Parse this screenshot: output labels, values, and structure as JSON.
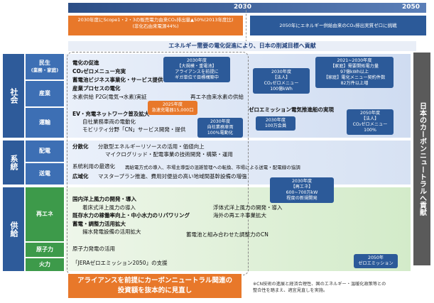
{
  "timeline": {
    "y2030": "2030",
    "y2050": "2050"
  },
  "goals": {
    "g2030_line1": "2030年度にScope1・2・3の販売電力由来CO₂排出量▲50%(2013年度比)",
    "g2030_line2": "(非化石由来電源44%)",
    "g2050": "2050年にエネルギー供給由来のCO₂排出実質ゼロに挑戦"
  },
  "banner": "エネルギー需要の電化促進により、日本の削減目標へ貢献",
  "sections": {
    "society": "社会",
    "system": "系統",
    "supply": "供給",
    "kashiwa": "民生",
    "kashiwa_sub": "(業務・家庭)",
    "industry": "産業",
    "transport": "運輸",
    "distribution": "配電",
    "transmission": "送電",
    "renewable": "再エネ",
    "nuclear": "原子力",
    "thermal": "火力"
  },
  "texts": {
    "t1": "電化の促進",
    "t2": "CO₂ゼロメニュー充実",
    "t3": "蓄電池ビジネス事業化・サービス提供",
    "t4": "産業プロセスの電化",
    "t5": "水素供給 P2G(電気→水素)実証",
    "t6": "再エネ由来水素の供給",
    "t7": "EV・充電ネットワーク普及拡大",
    "t8": "自社業務車両の電動化",
    "t9": "モビリティ分野「CN」サービス開発・提供",
    "t10": "ゼロエミッション電気推進船の実現",
    "t11": "分散化",
    "t12": "分散型エネルギーリソースの活用・価値向上",
    "t13": "マイクログリッド・配電事業の技術開発・構築・運用",
    "t14": "系統利用の最適化",
    "t15": "再給電方式の導入、市場主導型の混雑管理への転換、市場による送電・配電線の協調",
    "t16": "広域化",
    "t17": "マスタープラン推進、費用対便益の高い地域間基幹設備の増強",
    "t18": "国内洋上風力の開発・導入",
    "t19": "着床式洋上風力の導入",
    "t20": "浮体式洋上風力の開発・導入",
    "t21": "既存水力の稼働率向上・中小水力のリパワリング",
    "t22": "海外の再エネ事業拡大",
    "t23": "蓄電・調整力活用拡大",
    "t24": "揚水発電設備の活用拡大",
    "t25": "蓄電池と組み合わせた調整力のCN",
    "t26": "原子力発電の活用",
    "t27": "「JERAゼロエミッション2050」の支援"
  },
  "callouts": {
    "c1": "2030年度\n【大規模・重電池】\nアライアンスを前提に\nギガ単位で目標構築中",
    "c2": "2030年度\n【法人】\nCO₂ゼロメニュー\n100億kWh",
    "c3": "2021~2030年度\n【家庭】需要開拓電力量\n97億kWh以上\n【家庭】電化メニュー契約件数\n82万件以上増",
    "c4": "2025年度\n急速充電器15,000口",
    "c5": "2030年度\n自社業務車両\n100%電動化",
    "c6": "2030年度\n100万会員",
    "c7": "2050年度\n【法人】\nCO₂ゼロメニュー\n100%",
    "c8": "2030年度\n【再エネ】\n600~700万kW\n程度の新規開発",
    "c9": "2050年\nゼロエミッション"
  },
  "right_label": "日本のカーボンニュートラルへ貢献",
  "bottom_box": "アライアンスを前提にカーボンニュートラル関連の\n投資額を抜本的に見直し",
  "note": "※CN技術の進展と経済合理性、国のエネルギー・温暖化政策等との\n整合性を踏まえ、適宜見直しを実施。"
}
